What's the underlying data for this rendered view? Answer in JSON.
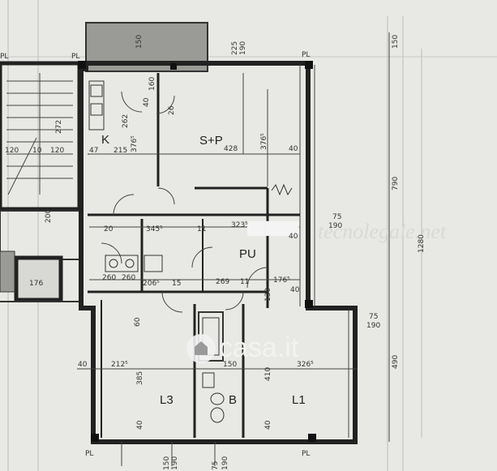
{
  "rooms": {
    "living": "S+P",
    "kitchen": "K",
    "hall": "PU",
    "bedroom_left": "L3",
    "bath": "B",
    "bedroom_right": "L1"
  },
  "watermarks": {
    "tecnolegale": "tecnolegale.net",
    "casa": "casa.it"
  },
  "pillars": {
    "pl": "PL"
  },
  "dims": {
    "d150_top": "150",
    "d225": "225",
    "d190_top": "190",
    "d150r": "150",
    "d160": "160",
    "d40a": "40",
    "d272": "272",
    "d262": "262",
    "d26": "26",
    "d376": "376⁵",
    "d376b": "376⁵",
    "d47": "47",
    "d215": "215",
    "d120a": "120",
    "d10": "10",
    "d120b": "120",
    "d428": "428",
    "d40b": "40",
    "d790": "790",
    "d200": "200",
    "d20": "20",
    "d3455": "345⁵",
    "d11a": "11",
    "d3235": "323⁵",
    "d75a": "75",
    "d190a": "190",
    "d1280": "1280",
    "d40c": "40",
    "d176": "176",
    "d260a": "260",
    "d260b": "260",
    "d2065": "206⁵",
    "d269": "269",
    "d11b": "11",
    "d1765": "176⁵",
    "d40d": "40",
    "d75b": "75",
    "d190b": "190",
    "d130": "130",
    "d15": "15",
    "d60": "60",
    "d2125": "212⁵",
    "d150c": "150",
    "d3265": "326⁵",
    "d40e": "40",
    "d490": "490",
    "d410": "410",
    "d385": "385",
    "d40f": "40",
    "d40g": "40",
    "d150d": "150",
    "d190c": "190",
    "d75c": "75",
    "d190d": "190"
  }
}
